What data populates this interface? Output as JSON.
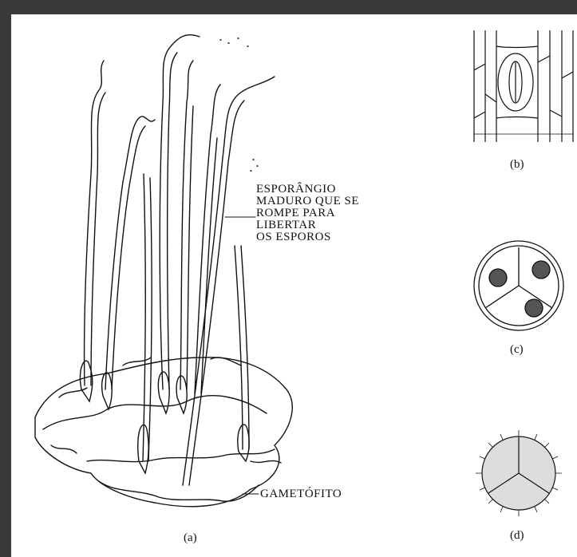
{
  "figure": {
    "callout_sporangium": [
      "ESPORÂNGIO",
      "MADURO QUE SE",
      "ROMPE PARA",
      "LIBERTAR",
      "OS ESPOROS"
    ],
    "callout_gametophyte": "GAMETÓFITO",
    "panel_labels": {
      "a": "(a)",
      "b": "(b)",
      "c": "(c)",
      "d": "(d)"
    }
  },
  "colors": {
    "frame": "#3a3a3a",
    "paper": "#ffffff",
    "ink": "#111111"
  }
}
